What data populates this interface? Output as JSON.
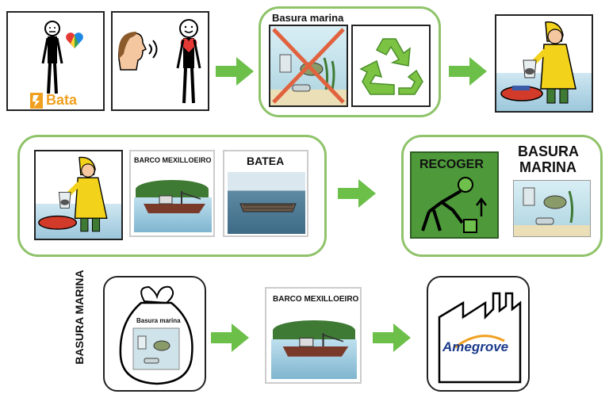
{
  "row1": {
    "group_title": "Basura marina",
    "bata_logo": "Bata"
  },
  "row2": {
    "barco_label": "BARCO MEXILLOEIRO",
    "batea_label": "BATEA",
    "recoger_label": "RECOGER",
    "basura_label_line1": "BASURA",
    "basura_label_line2": "MARINA"
  },
  "row3": {
    "vertical_label": "BASURA MARINA",
    "bag_label": "Basura marina",
    "barco_label": "BARCO MEXILLOEIRO",
    "factory_logo": "Amegrove"
  },
  "colors": {
    "arrow": "#6cc04a",
    "group_border": "#8fc36a",
    "recoger_bg": "#4e9a3a",
    "raincoat": "#f2d21b",
    "bata_orange": "#f0a020"
  }
}
